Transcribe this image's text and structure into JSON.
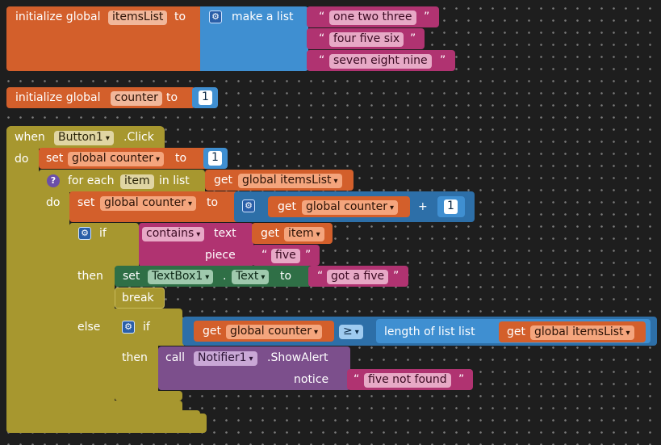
{
  "init_items": {
    "head": "initialize global",
    "var": "itemsList",
    "to": "to",
    "make_list": "make a list",
    "items": [
      "one two three",
      "four five six",
      "seven eight nine"
    ]
  },
  "init_counter": {
    "head": "initialize global",
    "var": "counter",
    "to": "to",
    "value": "1"
  },
  "event": {
    "when": "when",
    "component": "Button1",
    "event": ".Click",
    "do": "do"
  },
  "set_counter": {
    "set": "set",
    "var": "global counter",
    "to": "to",
    "value": "1"
  },
  "foreach": {
    "for_each": "for each",
    "item": "item",
    "in_list": "in list",
    "get": "get",
    "list_var": "global itemsList",
    "do": "do"
  },
  "increment": {
    "set": "set",
    "var": "global counter",
    "to": "to",
    "get": "get",
    "get_var": "global counter",
    "op": "+",
    "value": "1"
  },
  "if1": {
    "if": "if",
    "contains": "contains",
    "text": "text",
    "get": "get",
    "item": "item",
    "piece": "piece",
    "piece_value": "five",
    "then": "then",
    "set": "set",
    "component": "TextBox1",
    "dot": ".",
    "property": "Text",
    "to": "to",
    "set_value": "got a five",
    "break": "break",
    "else": "else"
  },
  "if2": {
    "if": "if",
    "get": "get",
    "var": "global counter",
    "op": "≥",
    "length": "length of list  list",
    "get2": "get",
    "list_var": "global itemsList",
    "then": "then",
    "call": "call",
    "component": "Notifier1",
    "method": ".ShowAlert",
    "notice": "notice",
    "notice_value": "five not found"
  },
  "symbols": {
    "quote_open": "“",
    "quote_close": "”",
    "dropdown": "▾",
    "gear": "⚙",
    "question": "?"
  },
  "colors": {
    "variables": "#d35f2b",
    "control": "#a7972f",
    "lists": "#3f8fd1",
    "text": "#b03371",
    "component_set": "#2f6f46",
    "component_call": "#7c4f8c"
  }
}
